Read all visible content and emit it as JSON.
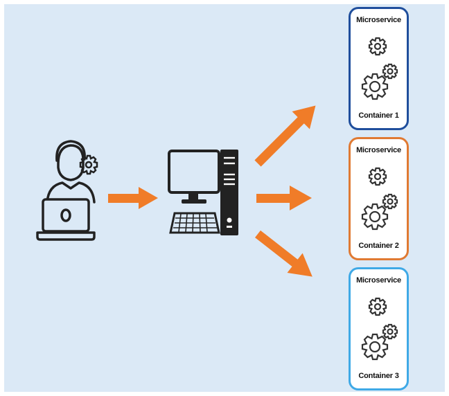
{
  "diagram": {
    "colors": {
      "background": "#dbe9f6",
      "arrow": "#f07c28",
      "icon_stroke": "#222222",
      "box_borders": [
        "#1f4e9c",
        "#e07a33",
        "#3fa9e6"
      ]
    },
    "icons": {
      "user": "developer-with-gear-and-laptop-icon",
      "computer": "desktop-computer-icon",
      "service": "gears-icon"
    },
    "services": [
      {
        "title": "Microservice",
        "label": "Container 1"
      },
      {
        "title": "Microservice",
        "label": "Container 2"
      },
      {
        "title": "Microservice",
        "label": "Container 3"
      }
    ]
  }
}
